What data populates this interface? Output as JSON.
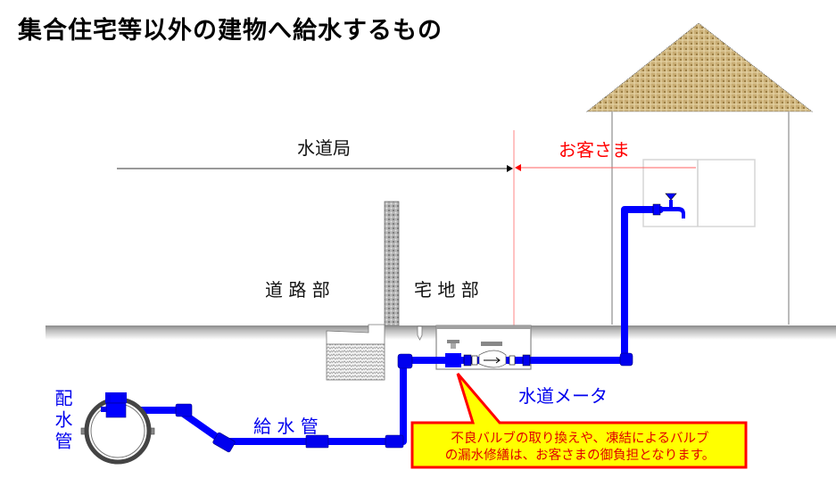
{
  "title": "集合住宅等以外の建物へ給水するもの",
  "labels": {
    "water_bureau": "水道局",
    "customer": "お客さま",
    "road_section": "道 路 部",
    "residential_section": "宅 地 部",
    "water_meter": "水道メータ",
    "service_pipe": "給 水 管",
    "distribution_pipe": "配水管"
  },
  "callout": {
    "line1": "不良バルブの取り換えや、凍結によるバルブ",
    "line2": "の漏水修繕は、お客さまの御負担となります。"
  },
  "colors": {
    "pipe": "#0000ff",
    "boundary": "#ff8080",
    "callout_fill": "#ffff00",
    "callout_border": "#ff0000",
    "roof": "#c8ab72"
  },
  "icons": {
    "faucet": "faucet-icon",
    "meter": "water-meter-icon",
    "valve": "valve-icon",
    "main_pipe": "distribution-main-icon",
    "roof": "house-roof-icon"
  }
}
